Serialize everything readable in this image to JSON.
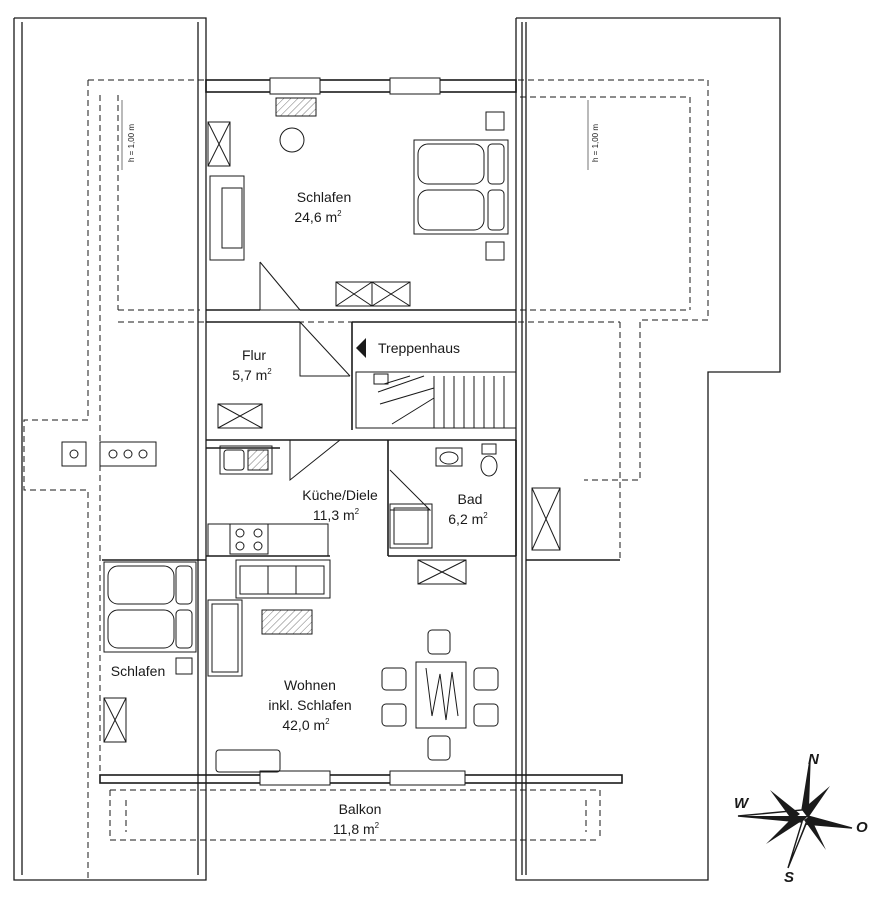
{
  "rooms": {
    "schlafen_top": {
      "name": "Schlafen",
      "area": "24,6 m",
      "unit_sup": "2"
    },
    "flur": {
      "name": "Flur",
      "area": "5,7 m",
      "unit_sup": "2"
    },
    "treppenhaus": {
      "name": "Treppenhaus"
    },
    "kueche": {
      "name": "Küche/Diele",
      "area": "11,3 m",
      "unit_sup": "2"
    },
    "bad": {
      "name": "Bad",
      "area": "6,2 m",
      "unit_sup": "2"
    },
    "schlafen_left": {
      "name": "Schlafen"
    },
    "wohnen": {
      "line1": "Wohnen",
      "line2": "inkl. Schlafen",
      "area": "42,0 m",
      "unit_sup": "2"
    },
    "balkon": {
      "name": "Balkon",
      "area": "11,8 m",
      "unit_sup": "2"
    }
  },
  "height_markers": {
    "left": "h = 1,00 m",
    "right": "h = 1,00 m"
  },
  "compass": {
    "n": "N",
    "o": "O",
    "s": "S",
    "w": "W"
  },
  "colors": {
    "line": "#1a1a1a",
    "background": "#ffffff"
  }
}
